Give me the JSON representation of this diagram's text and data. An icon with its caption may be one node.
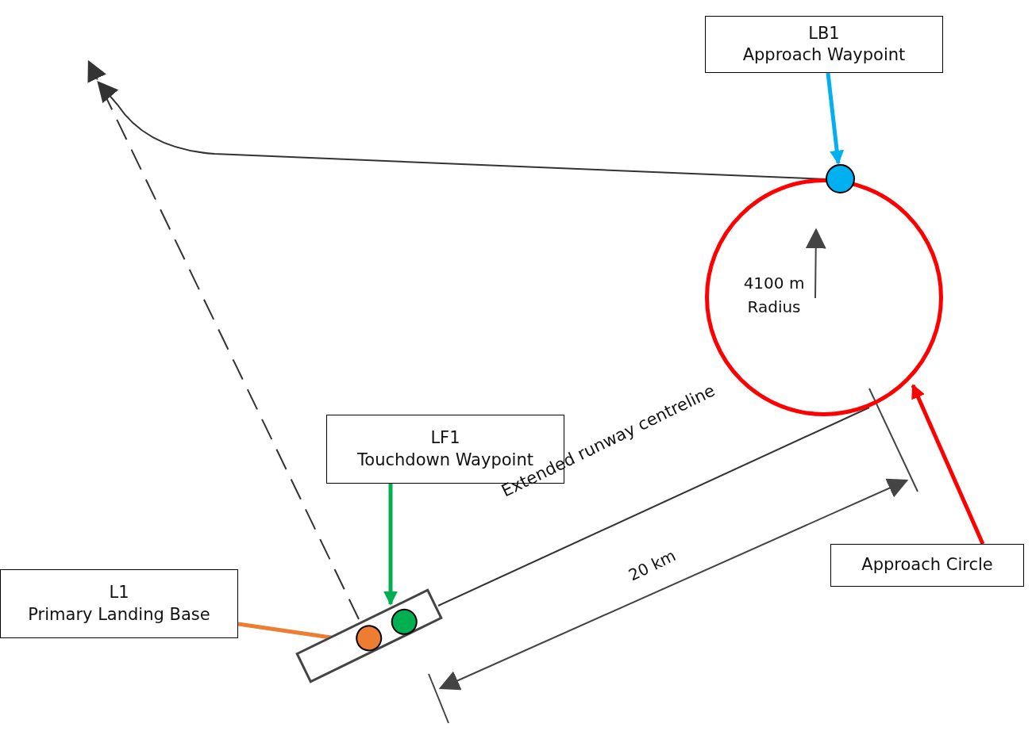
{
  "diagram": {
    "nodes": [
      {
        "text": [
          "LB1",
          "Approach Waypoint"
        ]
      },
      {
        "text": [],
        "shape": "circle"
      },
      {
        "text": [],
        "shape": "circle"
      },
      {
        "text": [
          "LF1",
          "Touchdown Waypoint"
        ]
      },
      {
        "text": [
          "L1",
          "Primary Landing Base"
        ]
      },
      {
        "text": [],
        "shape": "box"
      },
      {
        "text": [],
        "shape": "circle",
        "in": 5
      },
      {
        "text": [],
        "shape": "circle",
        "in": 5
      },
      {
        "text": [
          "Approach Circle"
        ]
      }
    ],
    "edges": [
      {
        "from": 0,
        "to": 1,
        "arrow": "to",
        "color": "#00b0f0"
      },
      {
        "from": 3,
        "to": 7,
        "arrow": "to",
        "color": "#00b050"
      },
      {
        "from": 4,
        "to": 6,
        "arrow": "to",
        "color": "#ed7d31"
      },
      {
        "from": 8,
        "to": 2,
        "arrow": "to",
        "color": "#ff0000"
      },
      {
        "from": 1,
        "to": null,
        "arrow": "to",
        "color": "#333333"
      },
      {
        "from": 5,
        "to": null,
        "arrow": "to",
        "style": "dashed",
        "color": "#333333"
      },
      {
        "from": 5,
        "to": 2,
        "arrow": "none",
        "label": "Extended runway centreline",
        "color": "#333333"
      }
    ],
    "labels": [
      "4100 m Radius",
      "20 km"
    ]
  }
}
